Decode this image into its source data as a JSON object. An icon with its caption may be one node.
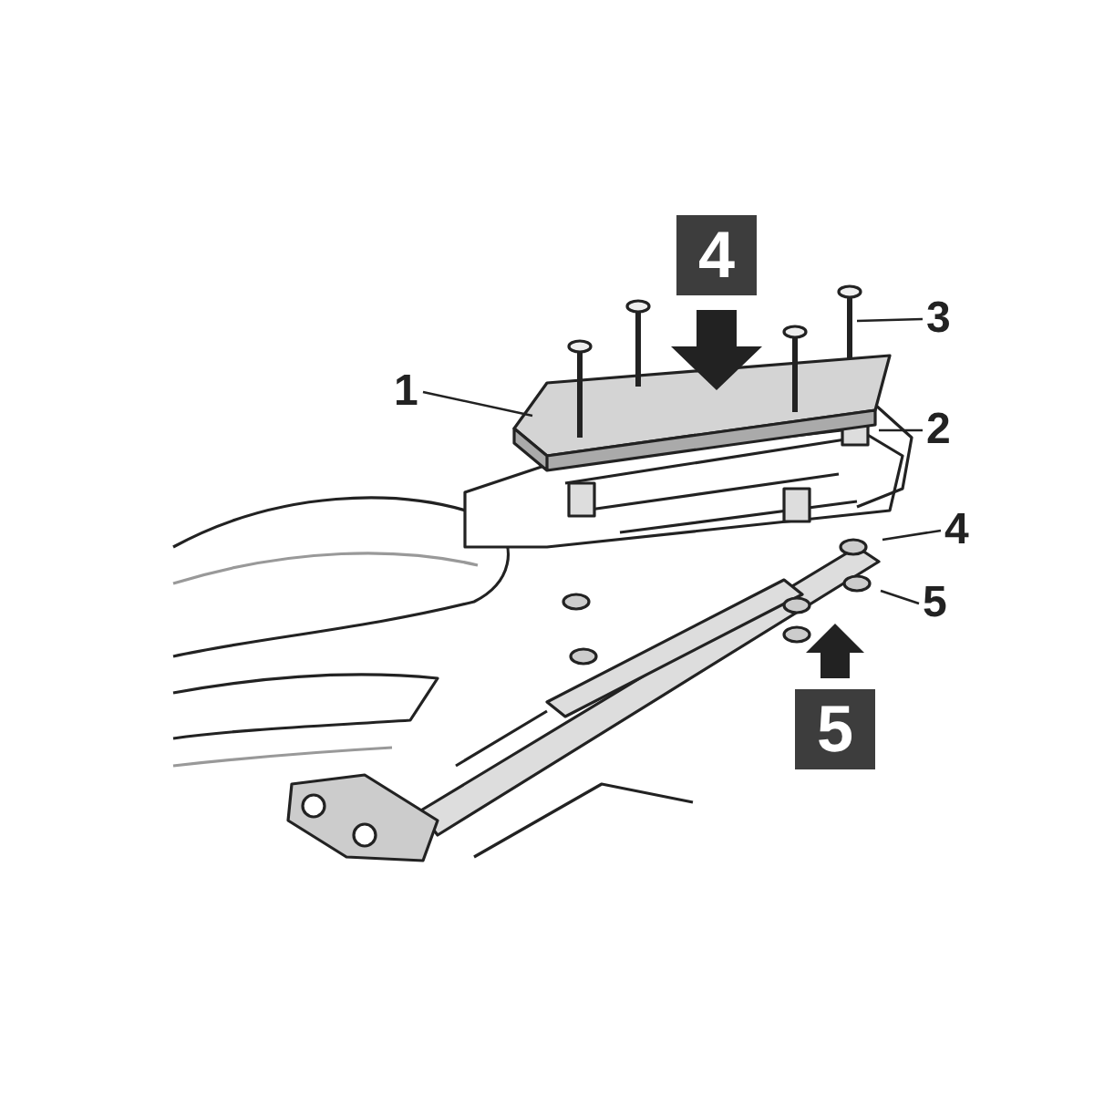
{
  "diagram": {
    "nodes": [
      {
        "text": [
          "1"
        ]
      },
      {
        "text": [
          "2"
        ]
      },
      {
        "text": [
          "3"
        ]
      },
      {
        "text": [
          "4"
        ]
      },
      {
        "text": [
          "5"
        ]
      },
      {
        "text": [
          "4"
        ]
      },
      {
        "text": [
          "5"
        ]
      }
    ],
    "edges": [
      {
        "from": 0,
        "to": null,
        "arrow": "none"
      },
      {
        "from": 1,
        "to": null,
        "arrow": "none"
      },
      {
        "from": 2,
        "to": null,
        "arrow": "none"
      },
      {
        "from": 3,
        "to": null,
        "arrow": "none"
      },
      {
        "from": 4,
        "to": null,
        "arrow": "none"
      }
    ]
  }
}
